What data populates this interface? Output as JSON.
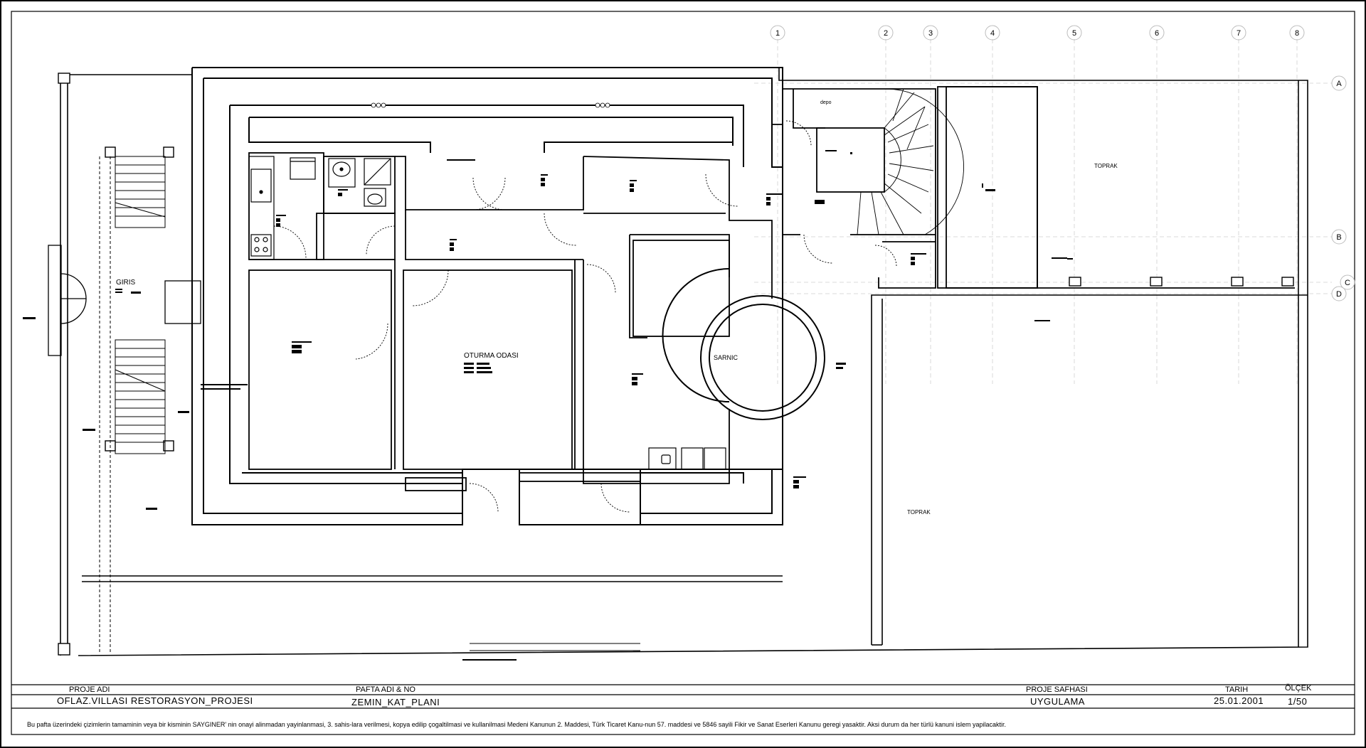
{
  "plan": {
    "rooms": {
      "giris": "GIRIS",
      "oturma_odasi": "OTURMA ODASI",
      "sarnic": "SARNIC",
      "toprak_upper": "TOPRAK",
      "toprak_lower": "TOPRAK",
      "depo": "depo"
    },
    "grid_axes": {
      "columns": [
        "1",
        "2",
        "3",
        "4",
        "5",
        "6",
        "7",
        "8"
      ],
      "rows": [
        "A",
        "B",
        "C",
        "D"
      ]
    }
  },
  "title_block": {
    "proje_adi_label": "PROJE ADI",
    "proje_adi_value": "OFLAZ.VILLASI RESTORASYON_PROJESI",
    "pafta_label": "PAFTA ADI & NO",
    "pafta_value": "ZEMIN_KAT_PLANI",
    "safha_label": "PROJE SAFHASI",
    "safha_value": "UYGULAMA",
    "tarih_label": "TARIH",
    "tarih_value": "25.01.2001",
    "olcek_label": "ÖLÇEK",
    "olcek_value": "1/50",
    "disclaimer": "Bu pafta üzerindeki çizimlerin tamaminin veya bir kisminin SAYGINER' nin onayi alinmadan yayinlanmasi, 3. sahis-lara verilmesi, kopya edilip çogaltilmasi ve kullanilmasi Medeni Kanunun 2. Maddesi, Türk Ticaret Kanu-nun 57. maddesi ve 5846 sayili Fikir ve Sanat Eserleri Kanunu geregi yasaktir. Aksi durum da her türlü kanuni islem yapilacaktir."
  }
}
